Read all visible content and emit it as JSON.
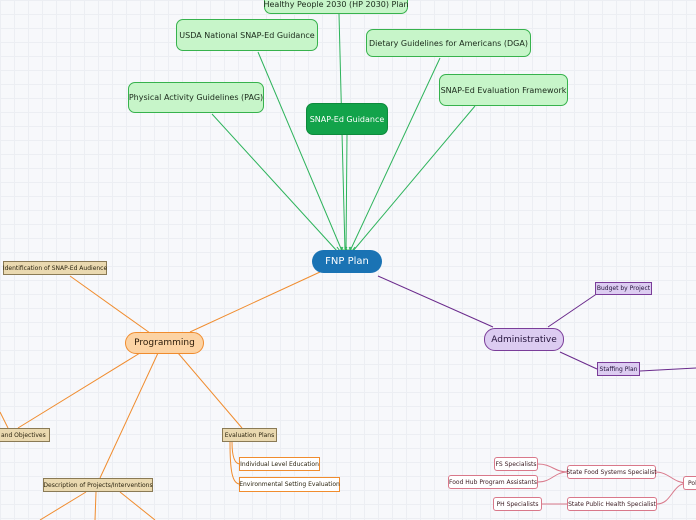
{
  "map": {
    "root": "FNP Plan",
    "guidance": {
      "center": "SNAP-Ed Guidance",
      "healthy_people": "Healthy People 2030 (HP 2030) Plan",
      "usda": "USDA National SNAP-Ed Guidance",
      "dga": "Dietary Guidelines for Americans (DGA)",
      "pag": "Physical Activity Guidelines (PAG)",
      "framework": "SNAP-Ed Evaluation Framework"
    },
    "programming": {
      "label": "Programming",
      "audience": "Identification of SNAP-Ed Audience",
      "goals": "Goals and Objectives",
      "description": "Description of Projects/Interventions",
      "evaluation": "Evaluation Plans",
      "individual": "Individual Level Education",
      "environmental": "Environmental Setting Evaluation"
    },
    "administrative": {
      "label": "Administrative",
      "budget": "Budget by Project",
      "staffing": "Staffing Plan"
    },
    "staff": {
      "fs_specialists": "FS Specialists",
      "food_hub": "Food Hub Program Assistants",
      "ph_specialists": "PH Specialists",
      "state_food": "State Food Systems Specialist",
      "state_ph": "State Public Health Specialist",
      "policy": "Policy"
    }
  },
  "colors": {
    "green_edge": "#2db35b",
    "orange_edge": "#f08c2e",
    "purple_edge": "#6a2a8c",
    "pink_edge": "#d9788a"
  }
}
